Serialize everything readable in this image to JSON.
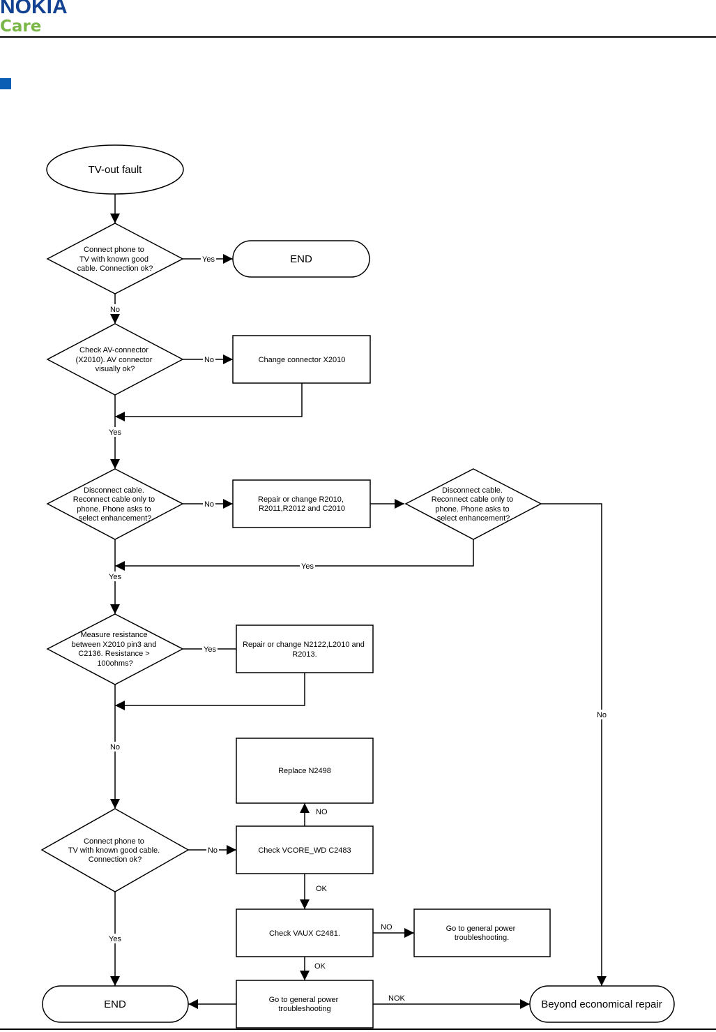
{
  "brand": {
    "name": "NOKIA",
    "sub": "Care",
    "colors": {
      "nokia_blue": "#124191",
      "care_green": "#7ab648",
      "marker_blue": "#0a5fb4"
    }
  },
  "flowchart": {
    "start": "TV-out fault",
    "end_top": "END",
    "end_bottom": "END",
    "ber": "Beyond economical repair",
    "d1": [
      "Connect phone to",
      "TV with known good",
      "cable. Connection ok?"
    ],
    "d2": [
      "Check AV-connector",
      "(X2010). AV connector",
      "visually ok?"
    ],
    "d3": [
      "Disconnect cable.",
      "Reconnect cable only to",
      "phone. Phone asks to",
      "select enhancement?"
    ],
    "d3b": [
      "Disconnect cable.",
      "Reconnect cable only to",
      "phone. Phone asks to",
      "select enhancement?"
    ],
    "d4": [
      "Measure resistance",
      "between X2010 pin3 and",
      "C2136. Resistance >",
      "100ohms?"
    ],
    "d5": [
      "Connect phone to",
      "TV with known good cable.",
      "Connection ok?"
    ],
    "b_change_connector": [
      "Change connector X2010"
    ],
    "b_repair_r": [
      "Repair or change R2010,",
      "R2011,R2012 and C2010"
    ],
    "b_repair_n": [
      "Repair or change N2122,L2010 and",
      "R2013."
    ],
    "b_replace_n2498": [
      "Replace N2498"
    ],
    "b_vcore": [
      "Check VCORE_WD C2483"
    ],
    "b_vaux": [
      "Check VAUX C2481."
    ],
    "b_power_right": [
      "Go to general power",
      "troubleshooting."
    ],
    "b_power_bottom": [
      "Go to general power",
      "troubleshooting"
    ],
    "labels": {
      "d1_yes": "Yes",
      "d1_no": "No",
      "d2_no": "No",
      "d2_yes": "Yes",
      "d3_no": "No",
      "d3b_yes": "Yes",
      "d3_yes": "Yes",
      "d3b_no": "No",
      "d4_yes": "Yes",
      "d4_no": "No",
      "d5_no": "No",
      "d5_yes": "Yes",
      "vcore_no": "NO",
      "vcore_ok": "OK",
      "vaux_no": "NO",
      "vaux_ok": "OK",
      "power_nok": "NOK"
    }
  }
}
